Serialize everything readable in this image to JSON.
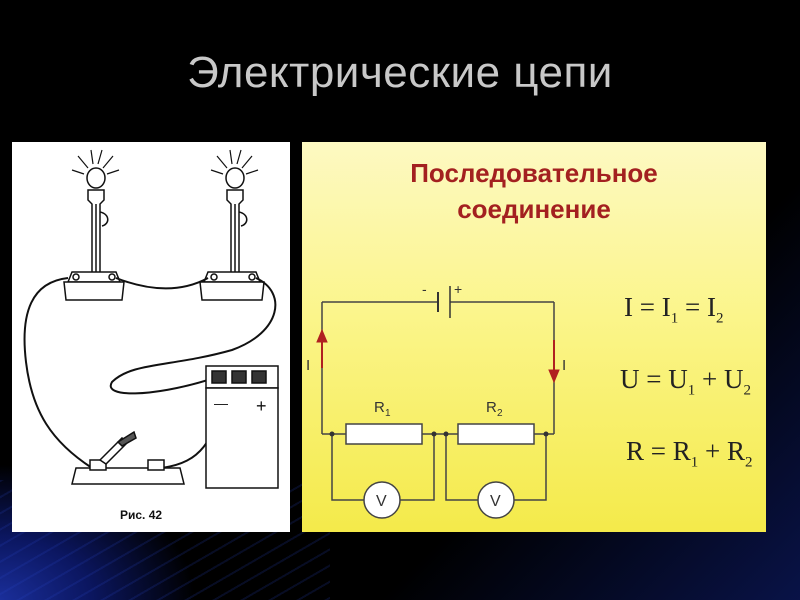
{
  "slide": {
    "title": "Электрические цепи"
  },
  "figure": {
    "caption": "Рис. 42",
    "battery_minus": "—",
    "battery_plus": "+"
  },
  "series_panel": {
    "heading_line1": "Последовательное",
    "heading_line2": "соединение",
    "battery_minus": "-",
    "battery_plus": "+",
    "current_label_left": "I",
    "current_label_right": "I",
    "resistor1": "R",
    "resistor1_sub": "1",
    "resistor2": "R",
    "resistor2_sub": "2",
    "voltmeter1": "V",
    "voltmeter2": "V",
    "formulas": [
      {
        "lhs": "I = I",
        "s1": "1",
        "mid": " = I",
        "s2": "2"
      },
      {
        "lhs": "U = U",
        "s1": "1",
        "mid": " + U",
        "s2": "2"
      },
      {
        "lhs": "R = R",
        "s1": "1",
        "mid": " + R",
        "s2": "2"
      }
    ]
  },
  "colors": {
    "title": "#c8c8c8",
    "heading": "#a32020",
    "current_arrow": "#b02020",
    "panel_yellow": "#fbf58a"
  }
}
